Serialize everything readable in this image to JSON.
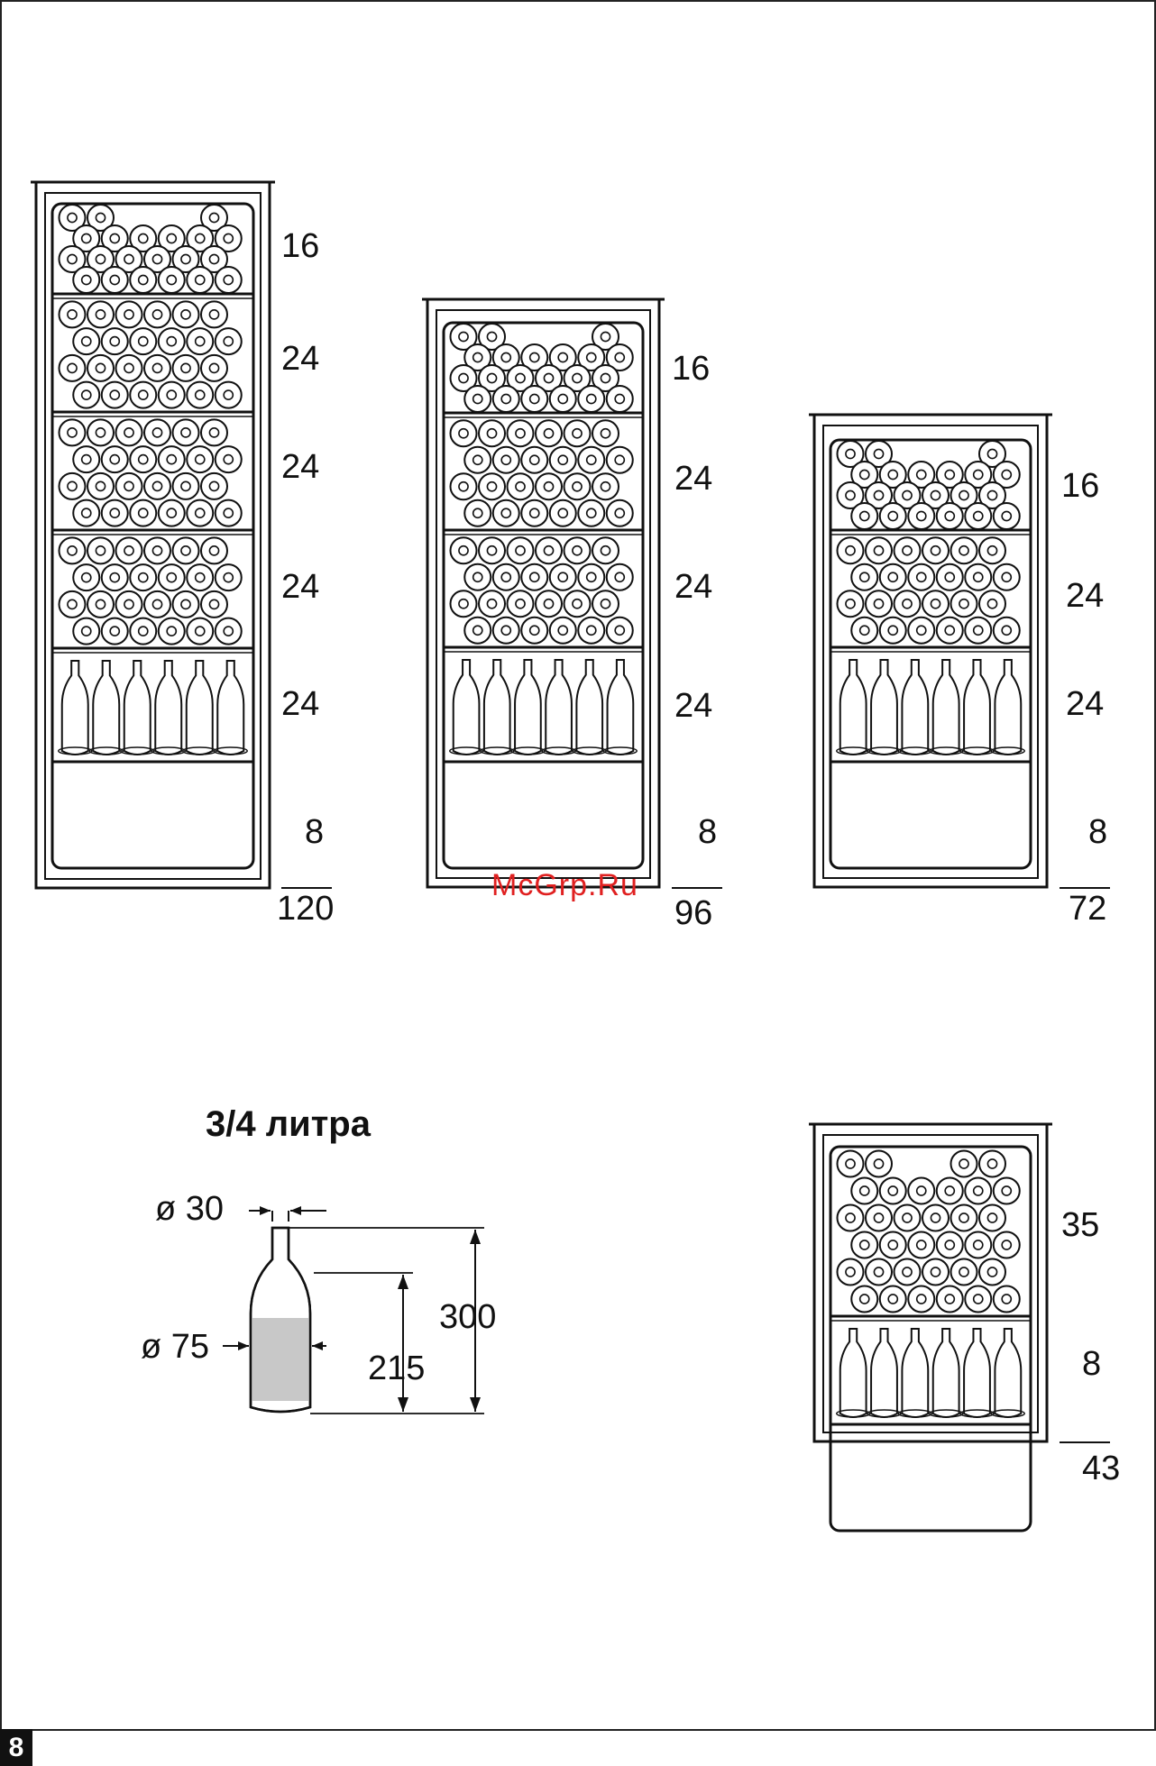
{
  "cabinets": [
    {
      "shelf_counts": [
        "16",
        "24",
        "24",
        "24",
        "24",
        "8"
      ],
      "total": "120"
    },
    {
      "shelf_counts": [
        "16",
        "24",
        "24",
        "24",
        "8"
      ],
      "total": "96"
    },
    {
      "shelf_counts": [
        "16",
        "24",
        "24",
        "8"
      ],
      "total": "72"
    },
    {
      "shelf_counts": [
        "35",
        "8"
      ],
      "total": "43"
    }
  ],
  "bottle": {
    "title": "3/4 литра",
    "neck_diameter": "ø 30",
    "body_diameter": "ø 75",
    "total_height": "300",
    "body_height": "215",
    "fill_color": "#c8c8c8"
  },
  "watermark": "McGrp.Ru",
  "page_number": "8"
}
